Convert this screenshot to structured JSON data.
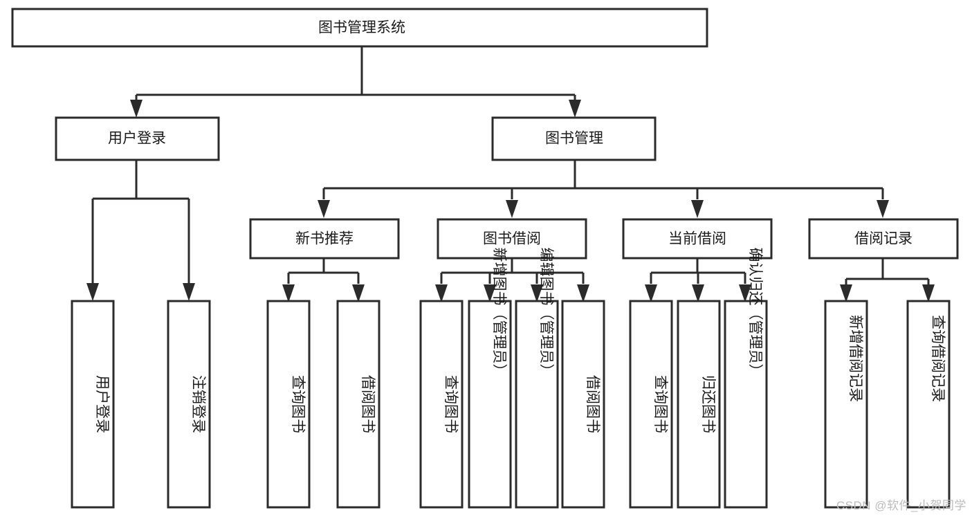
{
  "diagram": {
    "title": "图书管理系统",
    "watermark": "CSDN @软件_小贺同学",
    "colors": {
      "stroke": "#2b2b2b",
      "fill": "#ffffff",
      "text": "#1b1b1b",
      "watermark": "#bcbcbc",
      "background": "#ffffff"
    },
    "nodes": {
      "root": {
        "label": "图书管理系统"
      },
      "level2": [
        {
          "id": "user-login",
          "label": "用户登录"
        },
        {
          "id": "book-manage",
          "label": "图书管理"
        }
      ],
      "level3": [
        {
          "id": "new-book-recommend",
          "label": "新书推荐"
        },
        {
          "id": "book-borrow",
          "label": "图书借阅"
        },
        {
          "id": "current-borrow",
          "label": "当前借阅"
        },
        {
          "id": "borrow-record",
          "label": "借阅记录"
        }
      ],
      "leaves": {
        "user_login": [
          {
            "id": "leaf-user-login",
            "label": "用户登录"
          },
          {
            "id": "leaf-logout",
            "label": "注销登录"
          }
        ],
        "new_book_recommend": [
          {
            "id": "leaf-query-book-1",
            "label": "查询图书"
          },
          {
            "id": "leaf-borrow-book-1",
            "label": "借阅图书"
          }
        ],
        "book_borrow": [
          {
            "id": "leaf-query-book-2",
            "label": "查询图书"
          },
          {
            "id": "leaf-add-book",
            "label": "新增图书（管理员）"
          },
          {
            "id": "leaf-edit-book",
            "label": "编辑图书（管理员）"
          },
          {
            "id": "leaf-borrow-book-2",
            "label": "借阅图书"
          }
        ],
        "current_borrow": [
          {
            "id": "leaf-query-book-3",
            "label": "查询图书"
          },
          {
            "id": "leaf-return-book",
            "label": "归还图书"
          },
          {
            "id": "leaf-confirm-return",
            "label": "确认归还（管理员）"
          }
        ],
        "borrow_record": [
          {
            "id": "leaf-add-record",
            "label": "新增借阅记录"
          },
          {
            "id": "leaf-query-record",
            "label": "查询借阅记录"
          }
        ]
      }
    }
  }
}
